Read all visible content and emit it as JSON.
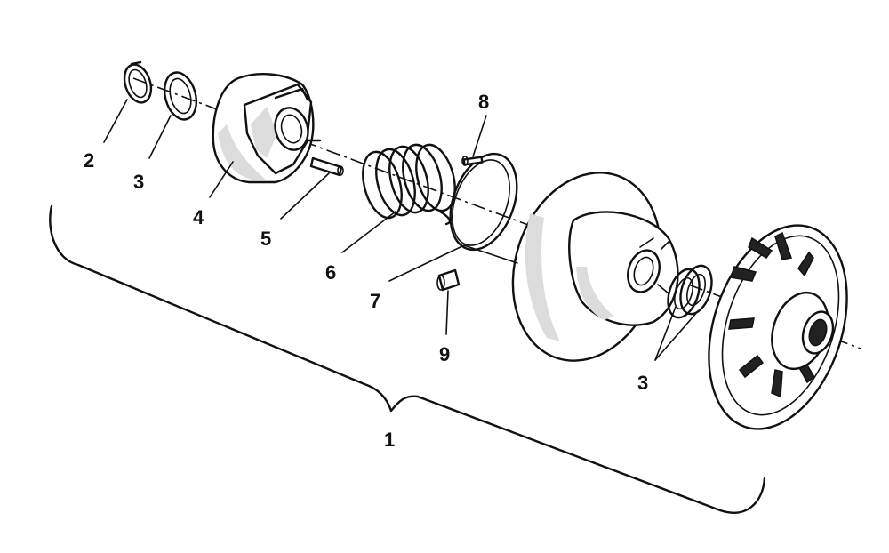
{
  "callouts": [
    {
      "id": "1",
      "label": "1"
    },
    {
      "id": "2",
      "label": "2"
    },
    {
      "id": "3a",
      "label": "3"
    },
    {
      "id": "4",
      "label": "4"
    },
    {
      "id": "5",
      "label": "5"
    },
    {
      "id": "6",
      "label": "6"
    },
    {
      "id": "7",
      "label": "7"
    },
    {
      "id": "8",
      "label": "8"
    },
    {
      "id": "9",
      "label": "9"
    },
    {
      "id": "3b",
      "label": "3"
    }
  ],
  "colors": {
    "ink": "#111111",
    "background": "#ffffff"
  }
}
